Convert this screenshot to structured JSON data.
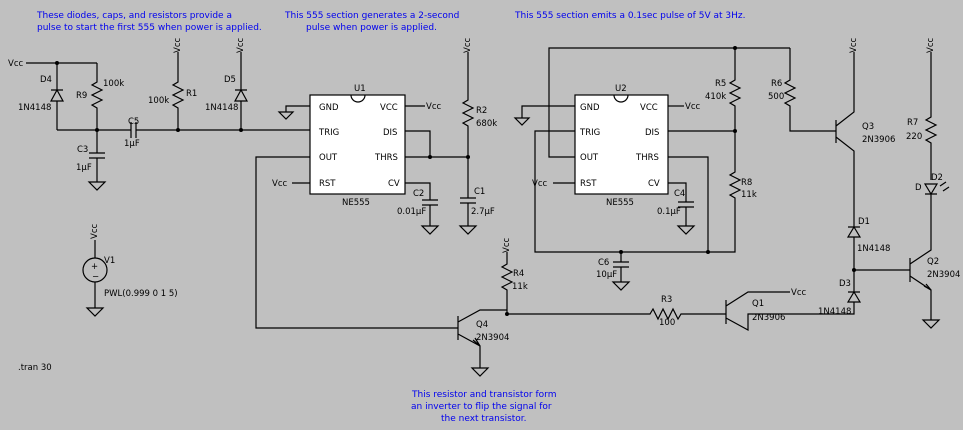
{
  "notes": {
    "diodes_caps_line1": "These diodes, caps, and resistors provide a",
    "diodes_caps_line2": "pulse to start the first 555 when power is applied.",
    "u1_note_line1": "This 555 section generates a 2-second",
    "u1_note_line2": "pulse when power is applied.",
    "u2_note": "This 555 section emits a 0.1sec pulse of 5V at 3Hz.",
    "inverter_line1": "This resistor and transistor form",
    "inverter_line2": "an inverter to flip the signal for",
    "inverter_line3": "the next transistor."
  },
  "sim": {
    "directive": ".tran 30"
  },
  "nets": {
    "vcc": "Vcc"
  },
  "ic_pins": {
    "gnd": "GND",
    "vcc": "VCC",
    "trig": "TRIG",
    "dis": "DIS",
    "out": "OUT",
    "thrs": "THRS",
    "rst": "RST",
    "cv": "CV"
  },
  "components": {
    "u1": {
      "ref": "U1",
      "model": "NE555"
    },
    "u2": {
      "ref": "U2",
      "model": "NE555"
    },
    "d4": {
      "ref": "D4",
      "model": "1N4148"
    },
    "d5": {
      "ref": "D5",
      "model": "1N4148"
    },
    "d1": {
      "ref": "D1",
      "model": "1N4148"
    },
    "d3": {
      "ref": "D3",
      "model": "1N4148"
    },
    "d2": {
      "ref": "D2"
    },
    "r9": {
      "ref": "R9",
      "value": "100k"
    },
    "r1": {
      "ref": "R1",
      "value": "100k"
    },
    "r2": {
      "ref": "R2",
      "value": "680k"
    },
    "r5": {
      "ref": "R5",
      "value": "410k"
    },
    "r6": {
      "ref": "R6",
      "value": "500"
    },
    "r7": {
      "ref": "R7",
      "value": "220"
    },
    "r8": {
      "ref": "R8",
      "value": "11k"
    },
    "r4": {
      "ref": "R4",
      "value": "11k"
    },
    "r3": {
      "ref": "R3",
      "value": "100"
    },
    "c3": {
      "ref": "C3",
      "value": "1µF"
    },
    "c5": {
      "ref": "C5",
      "value": "1µF"
    },
    "c1": {
      "ref": "C1",
      "value": "2.7µF"
    },
    "c2": {
      "ref": "C2",
      "value": "0.01µF"
    },
    "c4": {
      "ref": "C4",
      "value": "0.1µF"
    },
    "c6": {
      "ref": "C6",
      "value": "10µF"
    },
    "q3": {
      "ref": "Q3",
      "model": "2N3906"
    },
    "q1": {
      "ref": "Q1",
      "model": "2N3906"
    },
    "q2": {
      "ref": "Q2",
      "model": "2N3904"
    },
    "q4": {
      "ref": "Q4",
      "model": "2N3904"
    },
    "v1": {
      "ref": "V1",
      "value": "PWL(0.999 0 1 5)"
    }
  },
  "colors": {
    "background": "#c0c0c0",
    "wire": "#000000",
    "note": "#0000ee"
  }
}
